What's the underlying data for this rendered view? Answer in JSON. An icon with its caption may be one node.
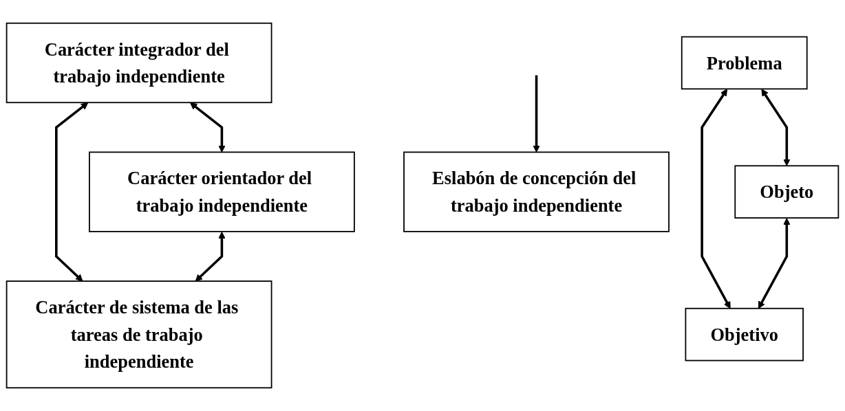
{
  "diagram": {
    "nodes": [
      {
        "text": [
          "Carácter integrador del trabajo independiente"
        ]
      },
      {
        "text": [
          "Carácter orientador del trabajo independiente"
        ]
      },
      {
        "text": [
          "Problema"
        ]
      },
      {
        "text": [
          "Objeto"
        ]
      },
      {
        "text": [
          "Eslabón de concepción del trabajo independiente"
        ]
      },
      {
        "text": [
          "Objetivo"
        ]
      },
      {
        "text": [
          "Carácter de sistema de las tareas de trabajo independiente"
        ]
      }
    ],
    "edges": [
      {
        "from": 0,
        "to": 1,
        "arrow": "both"
      },
      {
        "from": 2,
        "to": 3,
        "arrow": "both"
      },
      {
        "from": 2,
        "to": 5,
        "arrow": "both"
      },
      {
        "from": 3,
        "to": 5,
        "arrow": "both"
      },
      {
        "from": 0,
        "to": 6,
        "arrow": "both"
      },
      {
        "from": 1,
        "to": 6,
        "arrow": "both"
      },
      {
        "from": null,
        "to": 4,
        "arrow": "to"
      }
    ]
  }
}
